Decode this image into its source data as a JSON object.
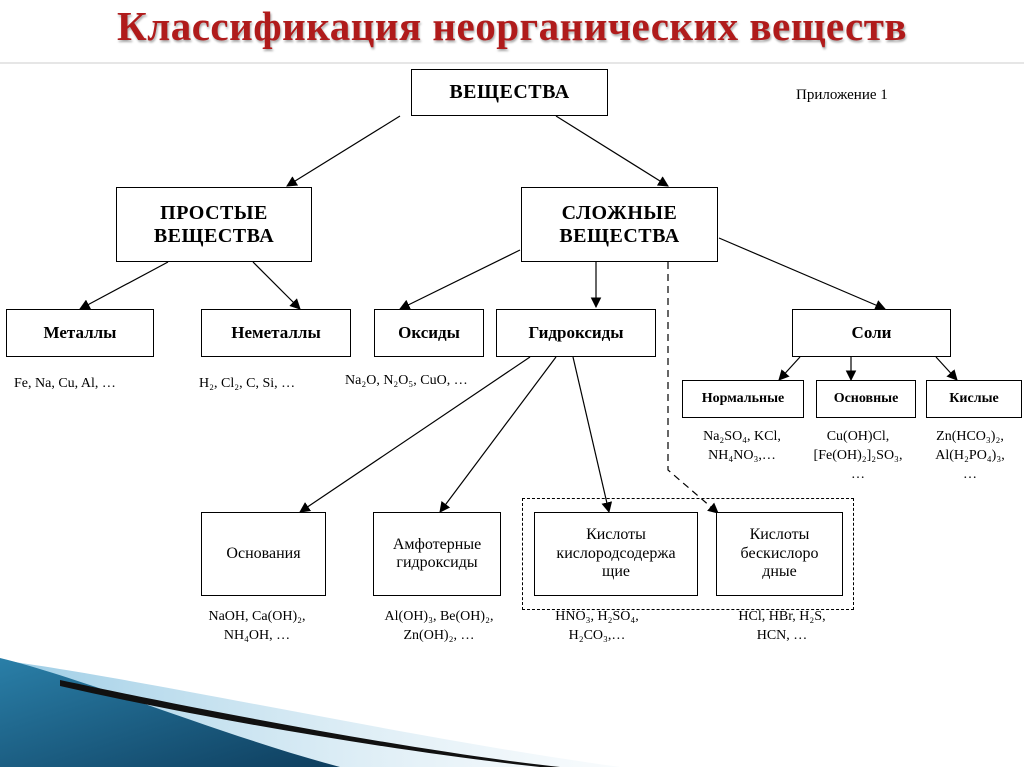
{
  "title": "Классификация неорганических веществ",
  "appendix": "Приложение 1",
  "nodes": {
    "substances": "ВЕЩЕСТВА",
    "simple": "ПРОСТЫЕ ВЕЩЕСТВА",
    "complex": "СЛОЖНЫЕ ВЕЩЕСТВА",
    "metals": "Металлы",
    "nonmetals": "Неметаллы",
    "oxides": "Оксиды",
    "hydroxides": "Гидроксиды",
    "salts": "Соли",
    "normal_salts": "Нормальные",
    "basic_salts": "Основные",
    "acid_salts": "Кислые",
    "bases": "Основания",
    "amphoteric": "Амфотерные гидроксиды",
    "oxy_acids": "Кислоты кислородсодержа щие",
    "oxygenfree_acids": "Кислоты бескислоро дные"
  },
  "examples": {
    "metals": "Fe, Na, Cu, Al, …",
    "nonmetals": "H₂, Cl₂, C, Si, …",
    "oxides": "Na₂O, N₂O₅, CuO, …",
    "normal_salts": [
      "Na₂SO₄, KCl,",
      "NH₄NO₃,…"
    ],
    "basic_salts": [
      "Cu(OH)Cl,",
      "[Fe(OH)₂]₂SO₃,",
      "…"
    ],
    "acid_salts": [
      "Zn(HCO₃)₂,",
      "Al(H₂PO₄)₃,",
      "…"
    ],
    "bases": [
      "NaOH, Ca(OH)₂,",
      "NH₄OH, …"
    ],
    "amphoteric": [
      "Al(OH)₃, Be(OH)₂,",
      "Zn(OH)₂, …"
    ],
    "oxy_acids": [
      "HNO₃, H₂SO₄,",
      "H₂CO₃,…"
    ],
    "oxygenfree_acids": [
      "HCl, HBr, H₂S,",
      "HCN, …"
    ]
  }
}
